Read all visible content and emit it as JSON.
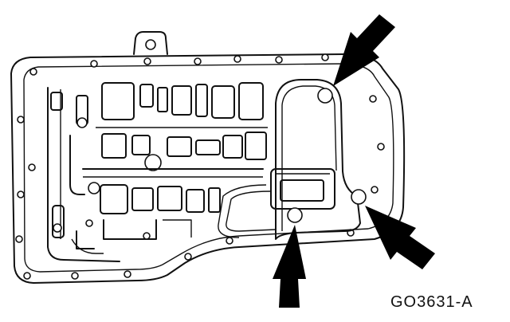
{
  "figure": {
    "code": "GO3631-A"
  },
  "colors": {
    "ink": "#111111",
    "background": "#ffffff"
  },
  "callout_arrows": [
    {
      "id": "arrow-top-right",
      "target": "upper-right-bolt"
    },
    {
      "id": "arrow-right",
      "target": "right-bolt"
    },
    {
      "id": "arrow-bottom",
      "target": "lower-center-bolt"
    }
  ]
}
